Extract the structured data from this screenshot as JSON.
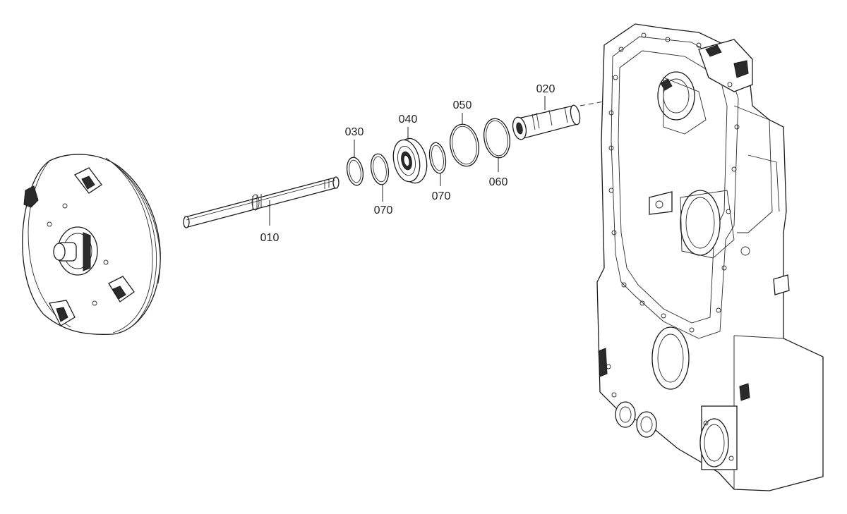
{
  "diagram": {
    "labels": {
      "p010": "010",
      "p020": "020",
      "p030": "030",
      "p040": "040",
      "p050": "050",
      "p060": "060",
      "p070a": "070",
      "p070b": "070"
    }
  }
}
